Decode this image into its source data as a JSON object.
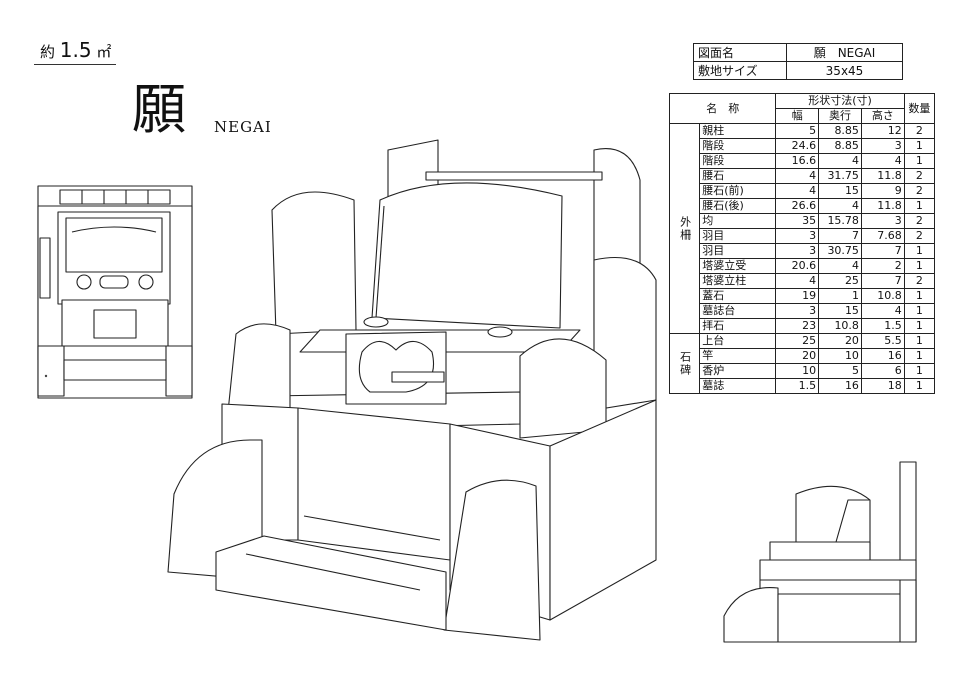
{
  "header": {
    "area_prefix": "約",
    "area_value": "1.5",
    "area_unit": "㎡",
    "name_kanji": "願",
    "name_roman": "NEGAI"
  },
  "info": [
    {
      "label": "図面名",
      "value": "願　NEGAI"
    },
    {
      "label": "敷地サイズ",
      "value": "35x45"
    }
  ],
  "dimensions": {
    "header_group": "形状寸法(寸)",
    "col_name": "名　称",
    "col_width": "幅",
    "col_depth": "奥行",
    "col_height": "高さ",
    "col_qty": "数量",
    "groups": [
      {
        "label": "外柵",
        "rows": [
          {
            "name": "親柱",
            "w": "5",
            "d": "8.85",
            "h": "12",
            "q": "2"
          },
          {
            "name": "階段",
            "w": "24.6",
            "d": "8.85",
            "h": "3",
            "q": "1"
          },
          {
            "name": "階段",
            "w": "16.6",
            "d": "4",
            "h": "4",
            "q": "1"
          },
          {
            "name": "腰石",
            "w": "4",
            "d": "31.75",
            "h": "11.8",
            "q": "2"
          },
          {
            "name": "腰石(前)",
            "w": "4",
            "d": "15",
            "h": "9",
            "q": "2"
          },
          {
            "name": "腰石(後)",
            "w": "26.6",
            "d": "4",
            "h": "11.8",
            "q": "1"
          },
          {
            "name": "均",
            "w": "35",
            "d": "15.78",
            "h": "3",
            "q": "2"
          },
          {
            "name": "羽目",
            "w": "3",
            "d": "7",
            "h": "7.68",
            "q": "2"
          },
          {
            "name": "羽目",
            "w": "3",
            "d": "30.75",
            "h": "7",
            "q": "1"
          },
          {
            "name": "塔婆立受",
            "w": "20.6",
            "d": "4",
            "h": "2",
            "q": "1"
          },
          {
            "name": "塔婆立柱",
            "w": "4",
            "d": "25",
            "h": "7",
            "q": "2"
          },
          {
            "name": "蓋石",
            "w": "19",
            "d": "1",
            "h": "10.8",
            "q": "1"
          },
          {
            "name": "墓誌台",
            "w": "3",
            "d": "15",
            "h": "4",
            "q": "1"
          },
          {
            "name": "拝石",
            "w": "23",
            "d": "10.8",
            "h": "1.5",
            "q": "1"
          }
        ]
      },
      {
        "label": "石碑",
        "rows": [
          {
            "name": "上台",
            "w": "25",
            "d": "20",
            "h": "5.5",
            "q": "1"
          },
          {
            "name": "竿",
            "w": "20",
            "d": "10",
            "h": "16",
            "q": "1"
          },
          {
            "name": "香炉",
            "w": "10",
            "d": "5",
            "h": "6",
            "q": "1"
          },
          {
            "name": "墓誌",
            "w": "1.5",
            "d": "16",
            "h": "18",
            "q": "1"
          }
        ]
      }
    ]
  }
}
